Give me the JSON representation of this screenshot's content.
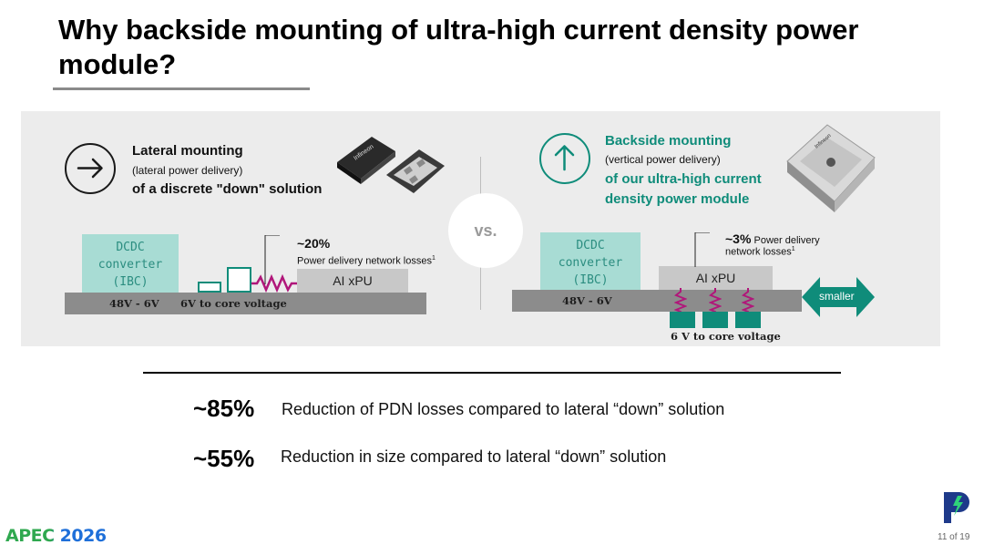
{
  "title": "Why backside mounting of ultra-high current density power module?",
  "left": {
    "heading": "Lateral mounting",
    "sub": "(lateral power delivery)",
    "heading2": "of a discrete \"down\" solution",
    "dcdc": [
      "DCDC",
      "converter",
      "(IBC)"
    ],
    "board_label1": "48V - 6V",
    "board_label2": "6V to core voltage",
    "loss_pct": "~20%",
    "loss_text": "Power delivery network losses",
    "footnote": "1",
    "xpu": "AI xPU",
    "chip_brand": "Infineon"
  },
  "vs": "vs.",
  "right": {
    "heading": "Backside mounting",
    "sub": "(vertical power delivery)",
    "heading2": "of our ultra-high current",
    "heading3": "density power module",
    "dcdc": [
      "DCDC",
      "converter",
      "(IBC)"
    ],
    "board_label1": "48V - 6V",
    "bottom_label": "6 V to core voltage",
    "loss_pct": "~3%",
    "loss_text1": "Power delivery",
    "loss_text2": "network losses",
    "footnote": "1",
    "xpu": "AI xPU",
    "smaller": "smaller",
    "chip_brand": "Infineon"
  },
  "stats": [
    {
      "value": "~85%",
      "text": "Reduction of PDN losses compared to lateral “down” solution"
    },
    {
      "value": "~55%",
      "text": "Reduction in size compared to lateral “down” solution"
    }
  ],
  "footer": {
    "logo": "APEC 2026",
    "page": "11 of 19"
  },
  "colors": {
    "teal": "#0f8c7a",
    "dcdc_fill": "#a8dcd4",
    "resistor": "#b0177a",
    "panel": "#ececec",
    "apec_green": "#2fa84f",
    "apec_blue": "#1e6fd9"
  }
}
